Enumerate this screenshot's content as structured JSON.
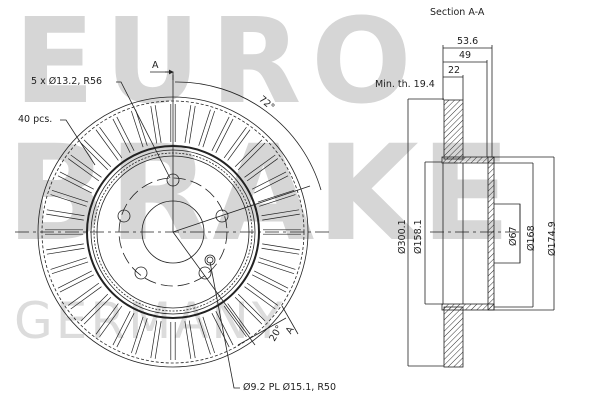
{
  "watermark": {
    "line1": "EURO",
    "line2": "BRAKE",
    "line3": "GERMANY"
  },
  "front_view": {
    "bolt_pattern_label": "5 x Ø13.2, R56",
    "vanes_label": "40 pcs.",
    "section_marker_top": "A",
    "section_marker_bottom": "A",
    "angle_bolt": "72°",
    "angle_section": "20°",
    "hole_label": "Ø9.2 PL Ø15.1, R50"
  },
  "section_view": {
    "title": "Section A-A",
    "min_thickness": "Min. th. 19.4",
    "dim_overall_height": "53.6",
    "dim_hat_height": "49",
    "dim_thickness": "22",
    "dia_outer": "Ø300.1",
    "dia_inner_ring": "Ø158.1",
    "dia_center_bore": "Ø67",
    "dia_hat": "Ø168",
    "dia_hat_outer": "Ø174.9"
  },
  "colors": {
    "line": "#222222",
    "watermark": "#d6d6d6",
    "background": "#ffffff"
  }
}
